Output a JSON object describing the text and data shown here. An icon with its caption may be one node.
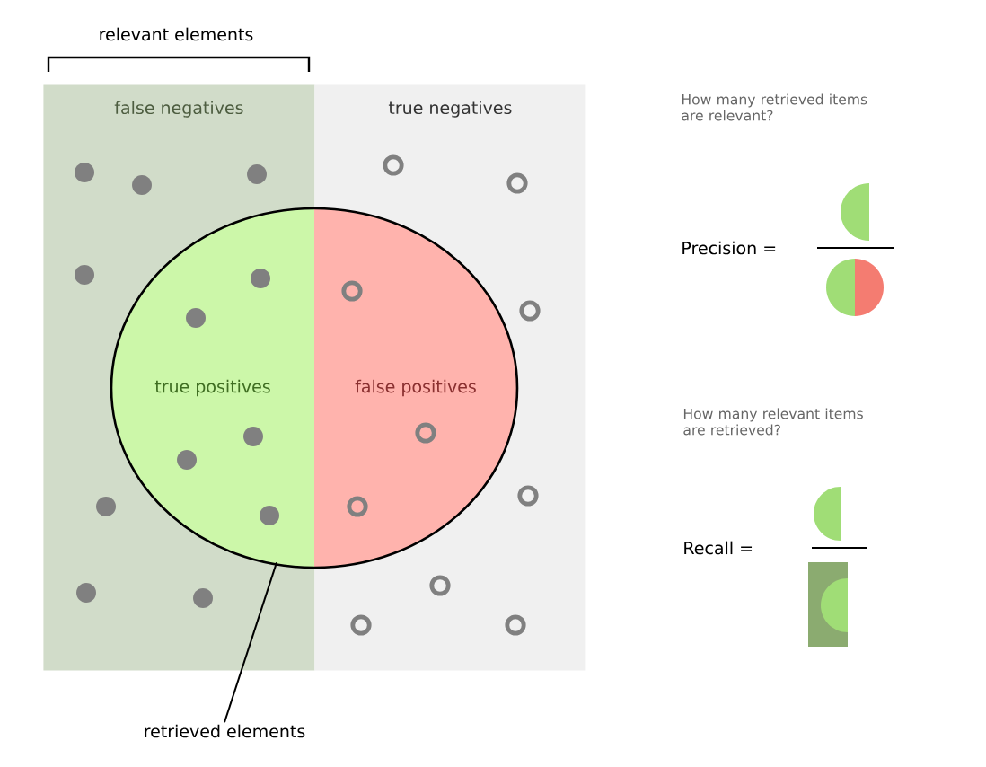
{
  "diagram": {
    "nodes": [
      {
        "text": [
          "false negatives"
        ]
      },
      {
        "text": [
          "true negatives"
        ]
      },
      {
        "text": [
          "true positives"
        ]
      },
      {
        "text": [
          "false positives"
        ]
      },
      {
        "text": [
          "retrieved elements"
        ]
      }
    ],
    "edges": [
      {
        "from": 4,
        "to": 2,
        "arrow": "none"
      }
    ],
    "labels": [
      "relevant elements",
      "How many retrieved items are relevant?",
      "Precision =",
      "How many relevant items are retrieved?",
      "Recall ="
    ]
  }
}
